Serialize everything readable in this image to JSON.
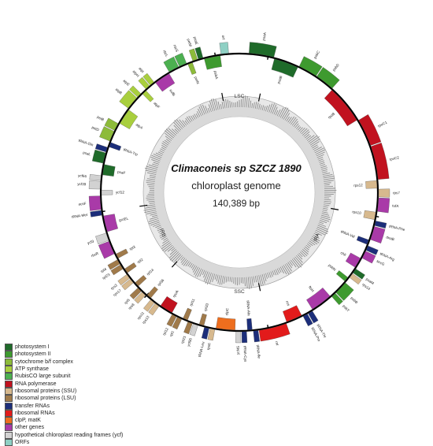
{
  "center": {
    "title": "Climaconeis sp SZCZ 1890",
    "subtitle": "chloroplast genome",
    "size": "140,389 bp"
  },
  "regions": {
    "lsc": "LSC",
    "ssc": "SSC",
    "ira": "IRA",
    "irb": "IRB"
  },
  "legend": [
    {
      "label": "photosystem I",
      "color": "#1f6b2a"
    },
    {
      "label": "photosystem II",
      "color": "#3e9a2f"
    },
    {
      "label": "cytochrome b/f complex",
      "color": "#8dbb3a"
    },
    {
      "label": "ATP synthase",
      "color": "#a9cf3e"
    },
    {
      "label": "RubisCO large subunit",
      "color": "#4cb050"
    },
    {
      "label": "RNA polymerase",
      "color": "#c1121f"
    },
    {
      "label": "ribosomal proteins (SSU)",
      "color": "#d7b98e"
    },
    {
      "label": "ribosomal proteins (LSU)",
      "color": "#a07a4a"
    },
    {
      "label": "transfer RNAs",
      "color": "#1c2e7a"
    },
    {
      "label": "ribosomal RNAs",
      "color": "#e21b1b"
    },
    {
      "label": "clpP, matK",
      "color": "#ee6e1e"
    },
    {
      "label": "other genes",
      "color": "#a93aa8"
    },
    {
      "label": "hypothetical chloroplast reading frames (ycf)",
      "color": "#d2d2d2"
    },
    {
      "label": "ORFs",
      "color": "#8fd0c4"
    }
  ],
  "genes": [
    {
      "name": "psaA",
      "color": "#1f6b2a"
    },
    {
      "name": "psaB",
      "color": "#1f6b2a"
    },
    {
      "name": "psbC",
      "color": "#3e9a2f"
    },
    {
      "name": "psbD",
      "color": "#3e9a2f"
    },
    {
      "name": "rpoB",
      "color": "#c1121f"
    },
    {
      "name": "rpoC1",
      "color": "#c1121f"
    },
    {
      "name": "rpoC2",
      "color": "#c1121f"
    },
    {
      "name": "rps12",
      "color": "#d7b98e"
    },
    {
      "name": "rps7",
      "color": "#d7b98e"
    },
    {
      "name": "tufA",
      "color": "#a93aa8"
    },
    {
      "name": "rps10",
      "color": "#d7b98e"
    },
    {
      "name": "tRNA-Phe",
      "color": "#1c2e7a"
    },
    {
      "name": "dnaB",
      "color": "#a93aa8"
    },
    {
      "name": "tRNA-Val",
      "color": "#1c2e7a"
    },
    {
      "name": "tRNA-Arg",
      "color": "#1c2e7a"
    },
    {
      "name": "secG",
      "color": "#a93aa8"
    },
    {
      "name": "chlI",
      "color": "#a93aa8"
    },
    {
      "name": "psaM",
      "color": "#1f6b2a"
    },
    {
      "name": "rps14",
      "color": "#d7b98e"
    },
    {
      "name": "psbN",
      "color": "#3e9a2f"
    },
    {
      "name": "psbB",
      "color": "#3e9a2f"
    },
    {
      "name": "psbT",
      "color": "#3e9a2f"
    },
    {
      "name": "ftsH",
      "color": "#a93aa8"
    },
    {
      "name": "tRNA-Thr",
      "color": "#1c2e7a"
    },
    {
      "name": "tRNA-Pro",
      "color": "#1c2e7a"
    },
    {
      "name": "rns",
      "color": "#e21b1b"
    },
    {
      "name": "rnl",
      "color": "#e21b1b"
    },
    {
      "name": "tRNA-Ile",
      "color": "#1c2e7a"
    },
    {
      "name": "tRNA-Ala",
      "color": "#1c2e7a"
    },
    {
      "name": "tRNA-Cys",
      "color": "#1c2e7a"
    },
    {
      "name": "ycf45",
      "color": "#d2d2d2"
    },
    {
      "name": "clpC",
      "color": "#ee6e1e"
    },
    {
      "name": "rps6",
      "color": "#d7b98e"
    },
    {
      "name": "tRNA-Leu",
      "color": "#1c2e7a"
    },
    {
      "name": "rpl33",
      "color": "#a07a4a"
    },
    {
      "name": "ycf90",
      "color": "#d2d2d2"
    },
    {
      "name": "rpl21",
      "color": "#a07a4a"
    },
    {
      "name": "rpl11",
      "color": "#a07a4a"
    },
    {
      "name": "rpl1",
      "color": "#a07a4a"
    },
    {
      "name": "rpl12",
      "color": "#a07a4a"
    },
    {
      "name": "rpoA",
      "color": "#c1121f"
    },
    {
      "name": "rps13",
      "color": "#d7b98e"
    },
    {
      "name": "rps11",
      "color": "#d7b98e"
    },
    {
      "name": "rpl36",
      "color": "#a07a4a"
    },
    {
      "name": "rps8",
      "color": "#d7b98e"
    },
    {
      "name": "rpl5",
      "color": "#a07a4a"
    },
    {
      "name": "rpl14",
      "color": "#a07a4a"
    },
    {
      "name": "rps17",
      "color": "#d7b98e"
    },
    {
      "name": "rps3",
      "color": "#d7b98e"
    },
    {
      "name": "rpl2",
      "color": "#a07a4a"
    },
    {
      "name": "rpl23",
      "color": "#a07a4a"
    },
    {
      "name": "rpl4",
      "color": "#a07a4a"
    },
    {
      "name": "rpl3",
      "color": "#a07a4a"
    },
    {
      "name": "rbcR",
      "color": "#a93aa8"
    },
    {
      "name": "ycf3",
      "color": "#d2d2d2"
    },
    {
      "name": "groEL",
      "color": "#a93aa8"
    },
    {
      "name": "tRNA-Met",
      "color": "#1c2e7a"
    },
    {
      "name": "acsF",
      "color": "#a93aa8"
    },
    {
      "name": "ycf12",
      "color": "#d2d2d2"
    },
    {
      "name": "ycf39",
      "color": "#d2d2d2"
    },
    {
      "name": "ycf66",
      "color": "#d2d2d2"
    },
    {
      "name": "psaF",
      "color": "#1f6b2a"
    },
    {
      "name": "psaL",
      "color": "#1f6b2a"
    },
    {
      "name": "tRNA-Gln",
      "color": "#1c2e7a"
    },
    {
      "name": "tRNA-Trp",
      "color": "#1c2e7a"
    },
    {
      "name": "petD",
      "color": "#8dbb3a"
    },
    {
      "name": "petB",
      "color": "#8dbb3a"
    },
    {
      "name": "atpA",
      "color": "#a9cf3e"
    },
    {
      "name": "atpB",
      "color": "#a9cf3e"
    },
    {
      "name": "atpE",
      "color": "#a9cf3e"
    },
    {
      "name": "atpF",
      "color": "#a9cf3e"
    },
    {
      "name": "atpH",
      "color": "#a9cf3e"
    },
    {
      "name": "atpI",
      "color": "#a9cf3e"
    },
    {
      "name": "sufB",
      "color": "#a93aa8"
    },
    {
      "name": "rbcL",
      "color": "#4cb050"
    },
    {
      "name": "rbcS",
      "color": "#4cb050"
    },
    {
      "name": "petN",
      "color": "#8dbb3a"
    },
    {
      "name": "petM",
      "color": "#8dbb3a"
    },
    {
      "name": "psaE",
      "color": "#1f6b2a"
    },
    {
      "name": "psbA",
      "color": "#3e9a2f"
    },
    {
      "name": "orf",
      "color": "#8fd0c4"
    }
  ]
}
